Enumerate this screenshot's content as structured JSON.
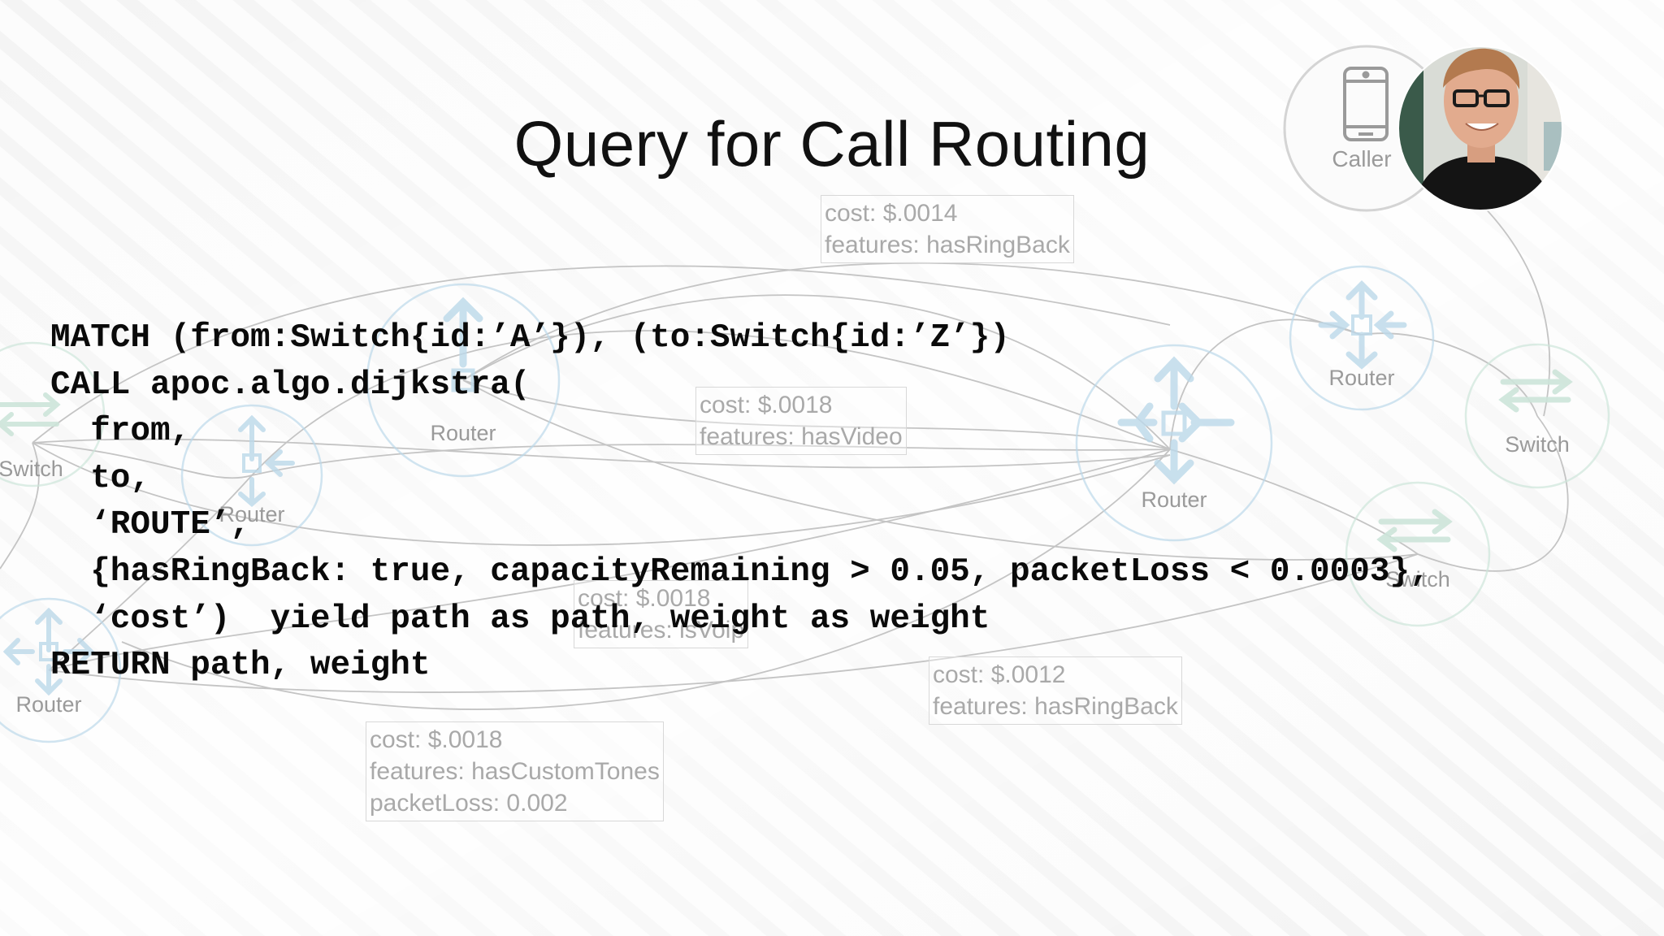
{
  "slide": {
    "title": "Query for Call Routing"
  },
  "code": {
    "lines": [
      "MATCH (from:Switch{id:’A’}), (to:Switch{id:’Z’})",
      "CALL apoc.algo.dijkstra(",
      "  from,",
      "  to,",
      "  ‘ROUTE’,",
      "  {hasRingBack: true, capacityRemaining > 0.05, packetLoss < 0.0003},",
      "  ‘cost’)  yield path as path, weight as weight",
      "RETURN path, weight"
    ]
  },
  "edge_labels": [
    {
      "lines": [
        "cost: $.0014",
        "features: hasRingBack"
      ]
    },
    {
      "lines": [
        "cost: $.0018",
        "features: hasVideo"
      ]
    },
    {
      "lines": [
        "cost: $.0018",
        "features: isVoip"
      ]
    },
    {
      "lines": [
        "cost: $.0012",
        "features: hasRingBack"
      ]
    },
    {
      "lines": [
        "cost: $.0018",
        "features: hasCustomTones",
        "packetLoss: 0.002"
      ]
    }
  ],
  "nodes": {
    "router_label": "Router",
    "switch_label": "Switch",
    "caller_label": "Caller"
  },
  "colors": {
    "router_ring": "#bcd9ea",
    "router_icon": "#bcd9ea",
    "switch_ring": "#cde5da",
    "switch_icon": "#cde5da",
    "edge": "#c4c4c4",
    "label_text": "#a9a9a9",
    "code_text": "#0a0a0a"
  },
  "icons": [
    "router-icon",
    "switch-icon",
    "phone-icon"
  ]
}
